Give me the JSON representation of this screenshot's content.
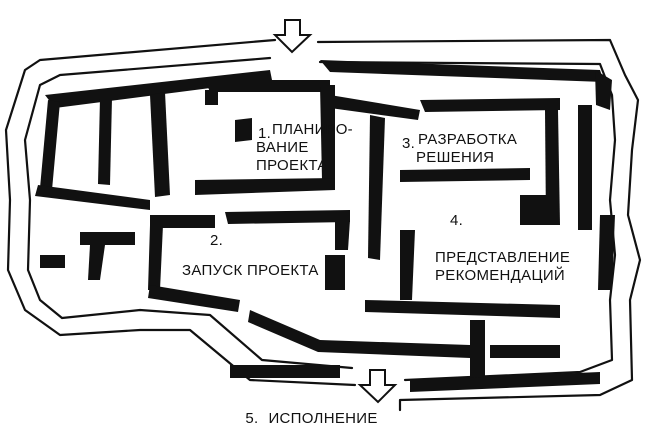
{
  "maze": {
    "ink_color": "#111111",
    "paper_color": "#ffffff",
    "entry_arrow_icon": "arrow-down-icon",
    "exit_arrow_icon": "arrow-down-icon"
  },
  "stages": [
    {
      "number": "1.",
      "line1": "ПЛАНИРО-",
      "line2": "ВАНИЕ",
      "line3": "ПРОЕКТА"
    },
    {
      "number": "2.",
      "line1": "ЗАПУСК ПРОЕКТА"
    },
    {
      "number": "3.",
      "line1": "РАЗРАБОТКА",
      "line2": "РЕШЕНИЯ"
    },
    {
      "number": "4.",
      "line1": "ПРЕДСТАВЛЕНИЕ",
      "line2": "РЕКОМЕНДАЦИЙ"
    },
    {
      "number": "5.",
      "line1": "ИСПОЛНЕНИЕ"
    }
  ]
}
